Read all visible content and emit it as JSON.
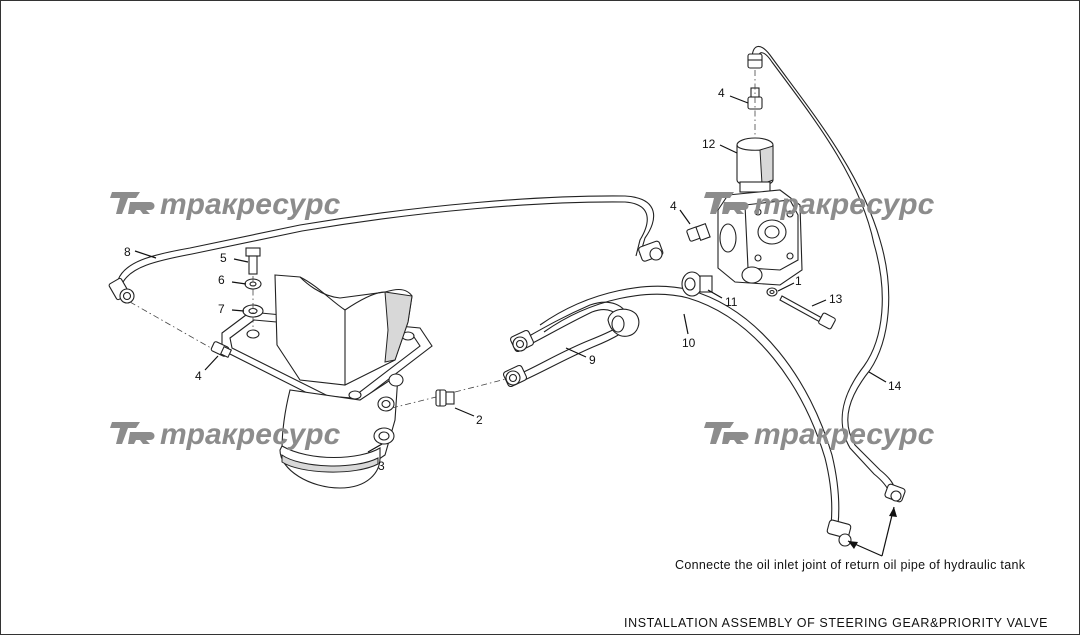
{
  "watermark": {
    "text": "трaкресурс",
    "logo": "TR"
  },
  "labels": {
    "p1": "1",
    "p2": "2",
    "p3": "3",
    "p4a": "4",
    "p4b": "4",
    "p4c": "4",
    "p5": "5",
    "p6": "6",
    "p7": "7",
    "p8": "8",
    "p9": "9",
    "p10": "10",
    "p11": "11",
    "p12": "12",
    "p13": "13",
    "p14": "14"
  },
  "note": "Connecte the oil inlet joint of return oil pipe of hydraulic tank",
  "title": "INSTALLATION ASSEMBLY OF STEERING GEAR&PRIORITY VALVE"
}
